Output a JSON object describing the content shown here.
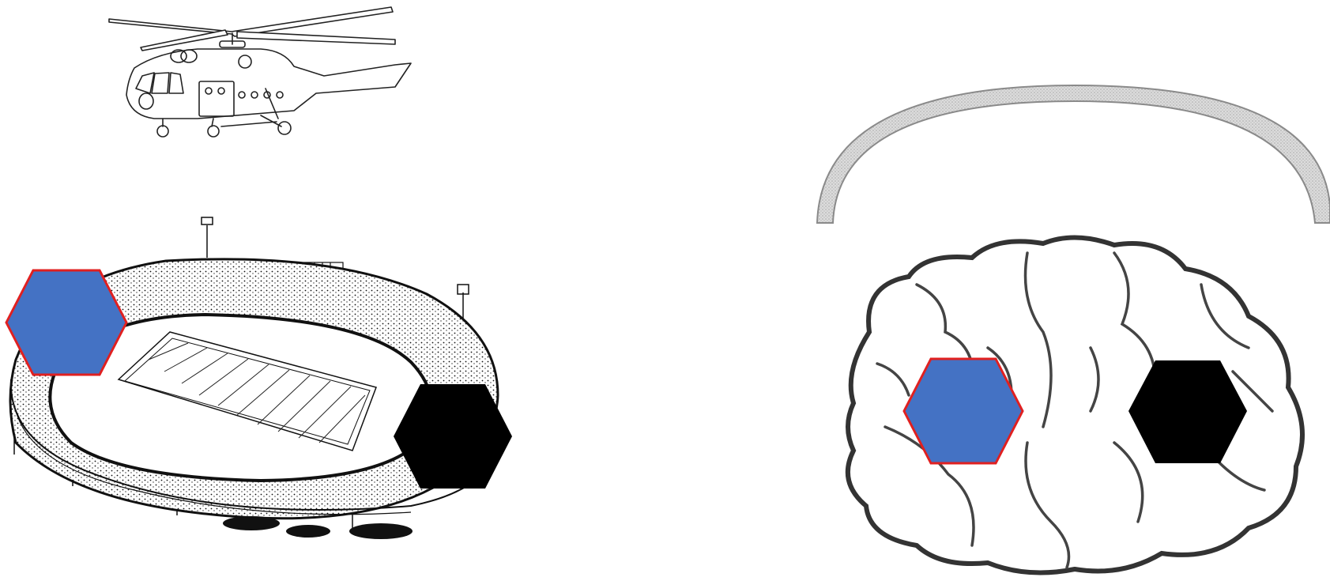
{
  "left_panel": {
    "illustrations": [
      {
        "kind": "helicopter",
        "icon": "helicopter-sketch"
      },
      {
        "kind": "stadium",
        "icon": "stadium-sketch"
      }
    ],
    "shapes": [
      {
        "kind": "hexagon",
        "fill": "#4472C4",
        "stroke": "#E02020"
      },
      {
        "kind": "hexagon",
        "fill": "#000000",
        "stroke": "none"
      }
    ]
  },
  "right_panel": {
    "illustrations": [
      {
        "kind": "arch",
        "icon": "dotted-arch",
        "fill": "#D8D8D8",
        "stroke": "#8A8A8A"
      },
      {
        "kind": "brain",
        "icon": "brain-sketch"
      }
    ],
    "shapes": [
      {
        "kind": "hexagon",
        "fill": "#4472C4",
        "stroke": "#E02020"
      },
      {
        "kind": "hexagon",
        "fill": "#000000",
        "stroke": "none"
      }
    ]
  }
}
